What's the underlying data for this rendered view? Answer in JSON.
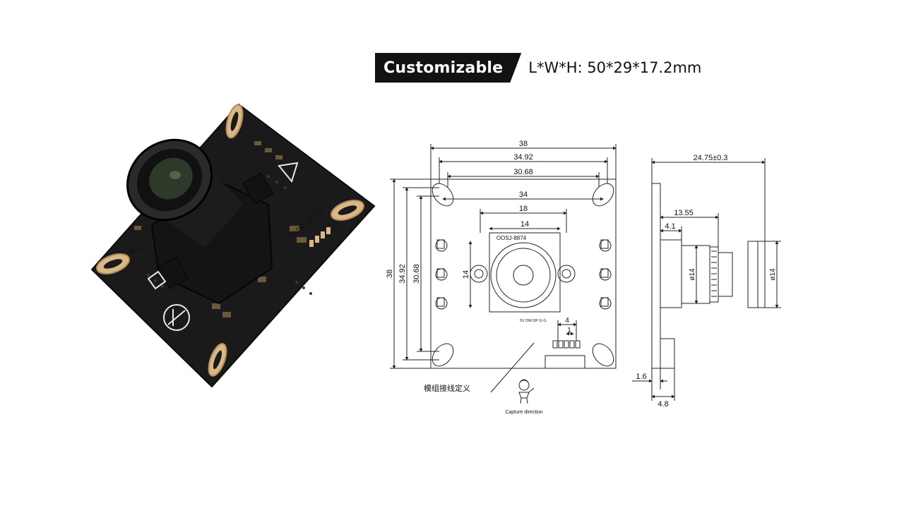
{
  "header": {
    "badge_label": "Customizable",
    "spec_text": "L*W*H:  50*29*17.2mm"
  },
  "front_view": {
    "dims_top": [
      "38",
      "34.92",
      "30.68",
      "34"
    ],
    "dims_left": [
      "38",
      "34.92",
      "30.68"
    ],
    "dim_18": "18",
    "dim_14_h": "14",
    "dim_14_v": "14",
    "sensor_label": "OOSJ-8874",
    "pin_label": "5V DM DP G G",
    "connector_dims": [
      "4",
      "1"
    ],
    "note_label": "模组接线定义",
    "capture_label": "Capture direction"
  },
  "side_view": {
    "dim_total": "24.75±0.3",
    "dim_1355": "13.55",
    "dim_41": "4.1",
    "dim_phi14_a": "ø14",
    "dim_phi14_b": "ø14",
    "dim_16": "1.6",
    "dim_48": "4.8"
  },
  "photo": {
    "board_text": [
      "K1",
      "5V DM DP G G"
    ]
  },
  "colors": {
    "badge_bg": "#121212",
    "board": "#1a1a1a",
    "gold": "#d9b886",
    "line": "#222222"
  }
}
